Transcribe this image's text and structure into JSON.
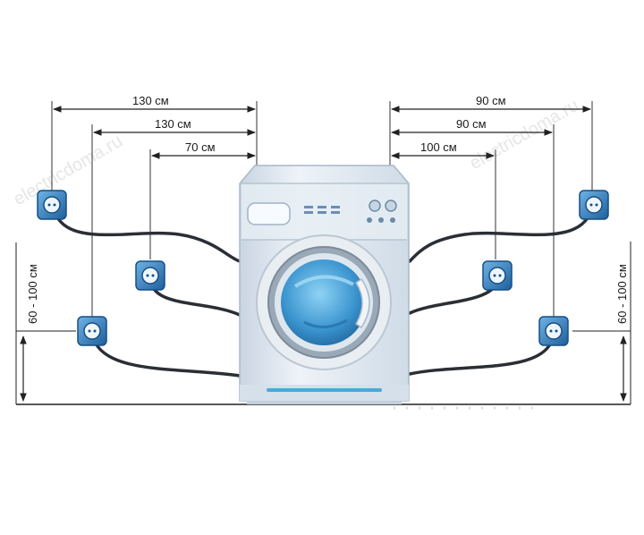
{
  "watermark": "electricdoma.ru",
  "dimensions": {
    "left_top": "130 см",
    "left_mid": "130 см",
    "left_low": "70 см",
    "right_top": "90 см",
    "right_mid": "90 см",
    "right_low": "100 см",
    "height_left": "60 - 100 см",
    "height_right": "60 - 100 см"
  },
  "colors": {
    "socket": "#2f7fc4",
    "socket_dark": "#1c5e99",
    "cable": "#2a2f35",
    "machine_body": "#dde6ef",
    "drum": "#3d97cf",
    "line": "#222222"
  },
  "icons": [
    "washing-machine-icon",
    "power-socket-icon"
  ]
}
